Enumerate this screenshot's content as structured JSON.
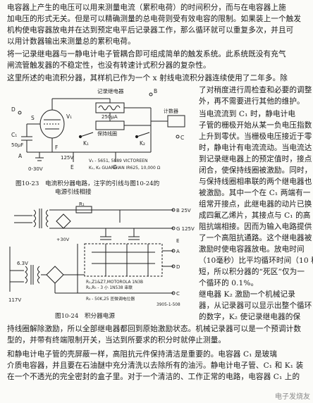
{
  "top_paragraphs": [
    "电容器上产生的电压可以用来测量电流（累积电荷）的时间积分，而与在电容器上施",
    "加电压的形式无关。但是可以精确测量的总电荷则受有效电容的限制。如果装上一个触发",
    "机构使电容器放电并在达到预定电平后记录器工作，那么循环就可以重复多次，并且可",
    "以用计数器输出来测量总的累积电荷。",
    "将一记录继电器与一静电计电子管耦合即可组成简单的触发系统。此系统既没有充气",
    "闸流管触发器的不稳定性，也没有转速计式积分器的复杂性。",
    "这里所述的电流积分器，其样机已作为一个 x 射线电流积分器连续使用了二年多。除"
  ],
  "right_column": [
    "了对稍度进行周检查和必要的调整",
    "外，再不需要进行其他的维护。",
    "当电流流到 C₁ 时，静电计电",
    "子管的栅极开始从某一负电压指数",
    "上升到零伏。当栅极电压接近于零",
    "时，静电计有电流流动。当电流达",
    "到记录继电器上的预定值时，接点",
    "闭合，使保持线圈被激励。同时，",
    "与保持线圈相串联的两个继电器也",
    "被激励。其中一个在 C₁ 两端有一",
    "组常开接点，此继电器的动片已换",
    "成四氟乙烯片，其接点与 C₁ 的高",
    "阻抗端相接。因而为输入电路提供",
    "了一个高阻抗通路。这个继电器被",
    "激励时使电容器放电。放电时间",
    "（10毫秒）比平均循环时间（10 秒）",
    "短，所以积分器的“死区”仅为一",
    "个循环的 0.1%。",
    "继电器 K₂ 激励一个机械记录",
    "器，从记录器可以显示出整个循环",
    "的数字，K₂ 使记录继电器的保"
  ],
  "bottom_paragraphs": [
    "持线圈解除激励，所以全部继电器都回到原始激励状态。机械记录器可以是一个预调计数",
    "型的，并带有终端限制开关，当达到所要求的积分时就停止测量。",
    "和静电计电子管的壳屏蔽一样，高阻抗元件保持清洁是重要的。电容器 C₁ 是玻璃",
    "介质电容器，并且要在石油醚中充分清洗以去除所有的油污。静电计电子管、C₁ 和 K₁ 装",
    "在一个不透光的完全密封的盒子里。对于一个清洁的、工作正常的电路，电容器 C₁ 上的"
  ],
  "fig23": {
    "caption_line1": "图10-23　电流积分器电路，注字的引线与图10-24的",
    "caption_line2": "电源引线相接",
    "labels": {
      "recorder": "记录继电器",
      "recorder_value": "250μA",
      "holding": "保持线圈",
      "c1": "C₁",
      "c1_value": "50μF",
      "counter": "计数器",
      "k1": "K₁",
      "k2": "K₂",
      "f": "F",
      "s": "S",
      "v1": "V₁",
      "d": "D",
      "v125": "125V",
      "v0_30": "0-30V",
      "a": "A",
      "b": "B",
      "c": "C",
      "e": "E",
      "g": "G",
      "note1": "V₁ - 5651, 5889 VICTOREEN",
      "note2": "K₁, K₂ GUARDIAN IR625, 10,000 Ω"
    }
  },
  "fig24": {
    "caption": "图10-24　积分器电源",
    "labels": {
      "v6_3": "6.3V",
      "v117": "117V",
      "r1": "R₁",
      "b_out": "B 25V",
      "g_out": "G 125V",
      "e_out": "E",
      "a_out": "A",
      "d_out": "D",
      "c_out": "C",
      "plus30": "+30V",
      "note1": "R₁,Z1&Z7,MOTOROLA 1N3B",
      "note2": "R₂,R₅ - 3 小 1N538 串联",
      "note3": "R₃ - 50K,25 匝微调电位器",
      "code": "3905-1-508"
    }
  },
  "watermark": "电子发烧友"
}
